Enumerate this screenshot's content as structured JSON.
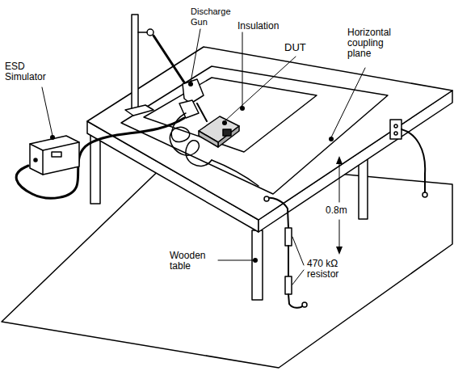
{
  "diagram": {
    "labels": [
      "Discharge Gun",
      "Insulation",
      "DUT",
      "Horizontal coupling plane",
      "ESD Simulator",
      "0.8m",
      "Wooden table",
      "470 kΩ resistor"
    ]
  }
}
